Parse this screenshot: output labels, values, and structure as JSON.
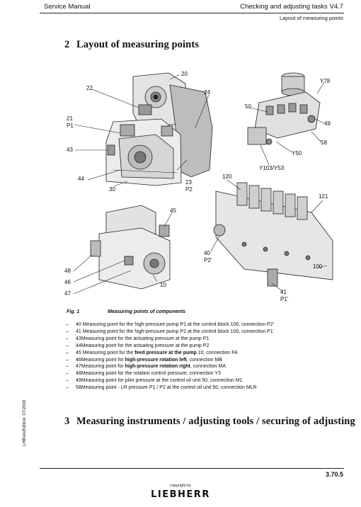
{
  "header": {
    "left": "Service Manual",
    "right": "Checking and adjusting tasks V4.7",
    "sub": "Layout of measuring points"
  },
  "section2": {
    "number": "2",
    "title": "Layout of measuring points"
  },
  "figure": {
    "labels": {
      "l20": "20",
      "l22": "22",
      "l24": "24",
      "l21": "21",
      "lP1": "P1",
      "l43": "43",
      "l44": "44",
      "l30": "30",
      "l23": "23",
      "lP2": "P2",
      "l50": "50",
      "lY78": "Y78",
      "l49": "49",
      "l58": "58",
      "lY50": "Y50",
      "lY103": "Y103/Y53",
      "l45": "45",
      "l48": "48",
      "l46": "46",
      "l47": "47",
      "l10": "10",
      "l120": "120",
      "l121": "121",
      "l40": "40",
      "lP2p": "P2'",
      "l100": "100",
      "l41": "41",
      "lP1p": "P1'"
    },
    "caption_num": "Fig. 1",
    "caption_text": "Measuring points of components"
  },
  "items": [
    {
      "dash": "–",
      "pre": "40 Measuring point for the high-pressure pump P1 at the control block 100, connection P2'",
      "bold": "",
      "post": ""
    },
    {
      "dash": "–",
      "pre": "41 Measuring point for the high-pressure pump P2 at the control block 100, connection P1'",
      "bold": "",
      "post": ""
    },
    {
      "dash": "–",
      "pre": "43Measuring point for the actuating pressure at the pump P1",
      "bold": "",
      "post": ""
    },
    {
      "dash": "–",
      "pre": "44Measuring point for the actuating pressure at the pump P2",
      "bold": "",
      "post": ""
    },
    {
      "dash": "–",
      "pre": "45 Measuring point for the ",
      "bold": "feed pressure at the pump",
      "post": " 10, connection FA"
    },
    {
      "dash": "–",
      "pre": "46Measuring point for ",
      "bold": "high-pressure rotation left",
      "post": ", connection MB"
    },
    {
      "dash": "–",
      "pre": "47Measuring point for ",
      "bold": "high-pressure rotation right",
      "post": ", connection MA"
    },
    {
      "dash": "–",
      "pre": "48Measuring point for the rotation control pressure, connection Y3",
      "bold": "",
      "post": ""
    },
    {
      "dash": "–",
      "pre": "49Measuring point for pilot pressure at the control oil unit 50, connection M1",
      "bold": "",
      "post": ""
    },
    {
      "dash": "–",
      "pre": "58Measuring point - LR pressure P1 / P2 at the control oil unit 50, connection MLR",
      "bold": "",
      "post": ""
    }
  ],
  "section3": {
    "number": "3",
    "title": "Measuring instruments / adjusting tools / securing of adjusting"
  },
  "side_text": "LHB/en/Edition: 07/2009",
  "footer": {
    "page": "3.70.5",
    "copyright": "copyright by",
    "logo": "LIEBHERR"
  }
}
